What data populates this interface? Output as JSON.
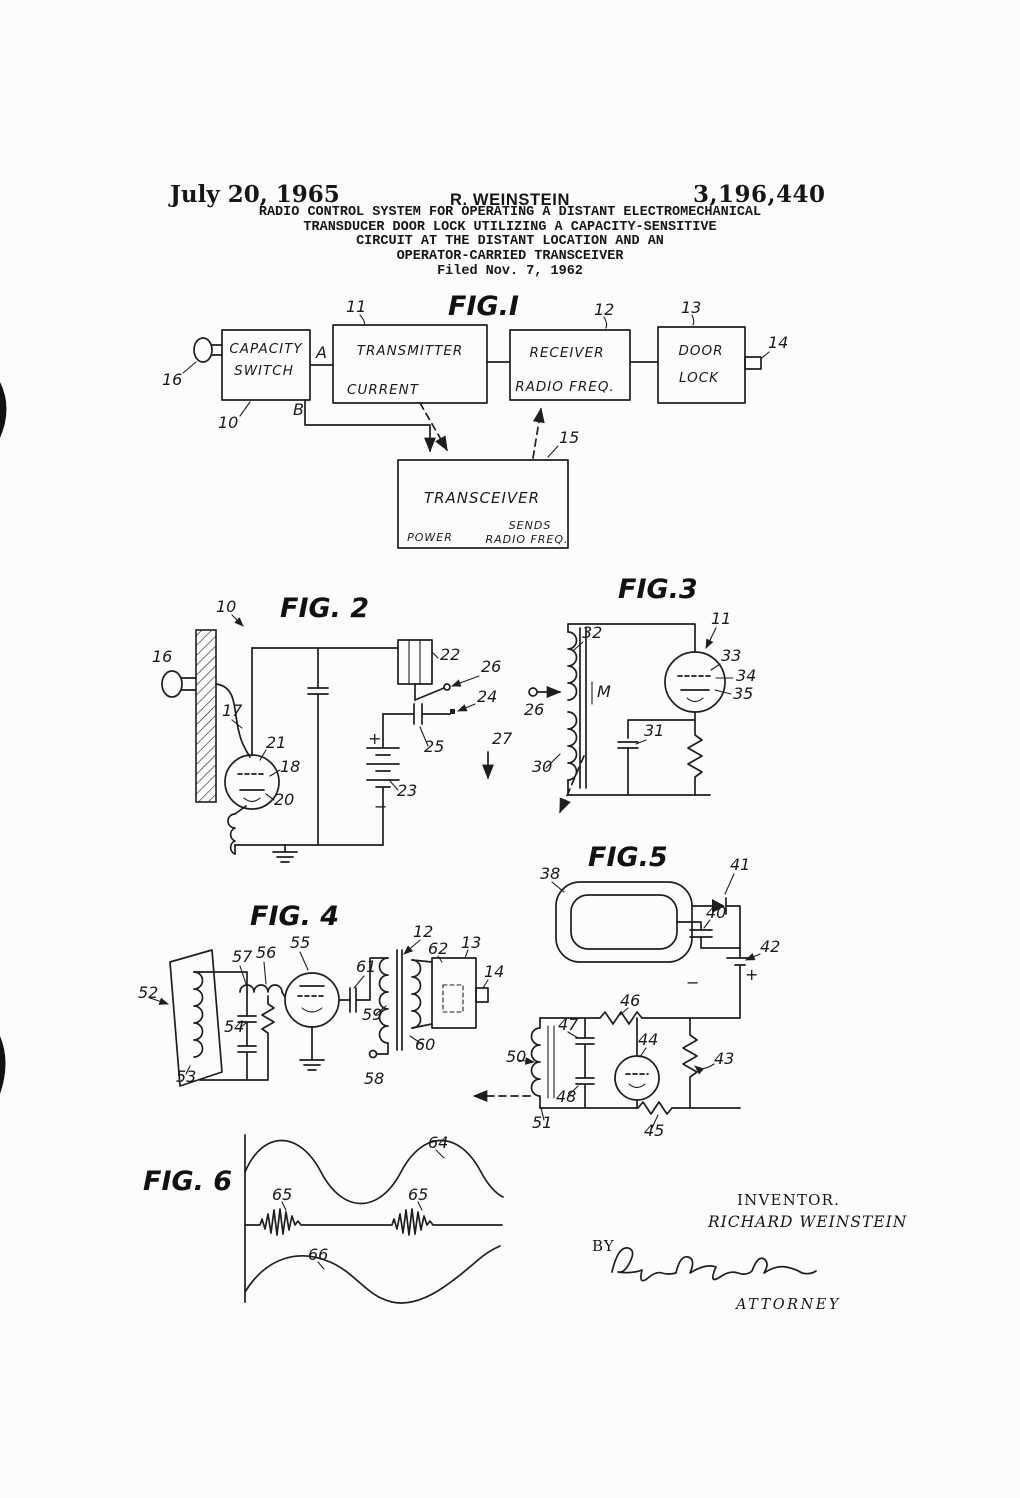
{
  "header": {
    "date": "July 20, 1965",
    "inventor": "R. WEINSTEIN",
    "patent_number": "3,196,440",
    "title_line1": "RADIO CONTROL SYSTEM FOR OPERATING A DISTANT ELECTROMECHANICAL",
    "title_line2": "TRANSDUCER DOOR LOCK UTILIZING A CAPACITY-SENSITIVE",
    "title_line3": "CIRCUIT AT THE DISTANT LOCATION AND AN",
    "title_line4": "OPERATOR-CARRIED TRANSCEIVER",
    "filed": "Filed Nov. 7, 1962"
  },
  "fig1": {
    "label": "FIG.I",
    "capacity_line1": "CAPACITY",
    "capacity_line2": "SWITCH",
    "transmitter_line1": "TRANSMITTER",
    "transmitter_line2": "CURRENT",
    "receiver_line1": "RECEIVER",
    "receiver_line2": "RADIO FREQ.",
    "door_line1": "DOOR",
    "door_line2": "LOCK",
    "transceiver_title": "TRANSCEIVER",
    "transceiver_power": "POWER",
    "transceiver_sends1": "SENDS",
    "transceiver_sends2": "RADIO FREQ.",
    "refs": {
      "r10": "10",
      "r11": "11",
      "r12": "12",
      "r13": "13",
      "r14": "14",
      "r15": "15",
      "r16": "16",
      "a": "A",
      "b": "B"
    }
  },
  "fig2": {
    "label": "FIG. 2",
    "refs": {
      "r10": "10",
      "r16": "16",
      "r17": "17",
      "r18": "18",
      "r20": "20",
      "r21": "21",
      "r22": "22",
      "r23": "23",
      "r24": "24",
      "r25": "25",
      "r26": "26",
      "r27": "27",
      "plus": "+",
      "minus": "−"
    }
  },
  "fig3": {
    "label": "FIG.3",
    "refs": {
      "r11": "11",
      "r26": "26",
      "r30": "30",
      "r31": "31",
      "r32": "32",
      "r33": "33",
      "r34": "34",
      "r35": "35",
      "m": "M"
    }
  },
  "fig4": {
    "label": "FIG. 4",
    "refs": {
      "r12": "12",
      "r13": "13",
      "r14": "14",
      "r52": "52",
      "r53": "53",
      "r54": "54",
      "r55": "55",
      "r56": "56",
      "r57": "57",
      "r58": "58",
      "r59": "59",
      "r60": "60",
      "r61": "61",
      "r62": "62"
    }
  },
  "fig5": {
    "label": "FIG.5",
    "refs": {
      "r38": "38",
      "r40": "40",
      "r41": "41",
      "r42": "42",
      "r43": "43",
      "r44": "44",
      "r45": "45",
      "r46": "46",
      "r47": "47",
      "r48": "48",
      "r50": "50",
      "r51": "51",
      "plus": "+",
      "minus": "−"
    }
  },
  "fig6": {
    "label": "FIG. 6",
    "refs": {
      "r64": "64",
      "r65a": "65",
      "r65b": "65",
      "r66": "66"
    }
  },
  "footer": {
    "inventor_label": "INVENTOR.",
    "inventor_name": "RICHARD WEINSTEIN",
    "by": "BY",
    "attorney": "ATTORNEY"
  }
}
